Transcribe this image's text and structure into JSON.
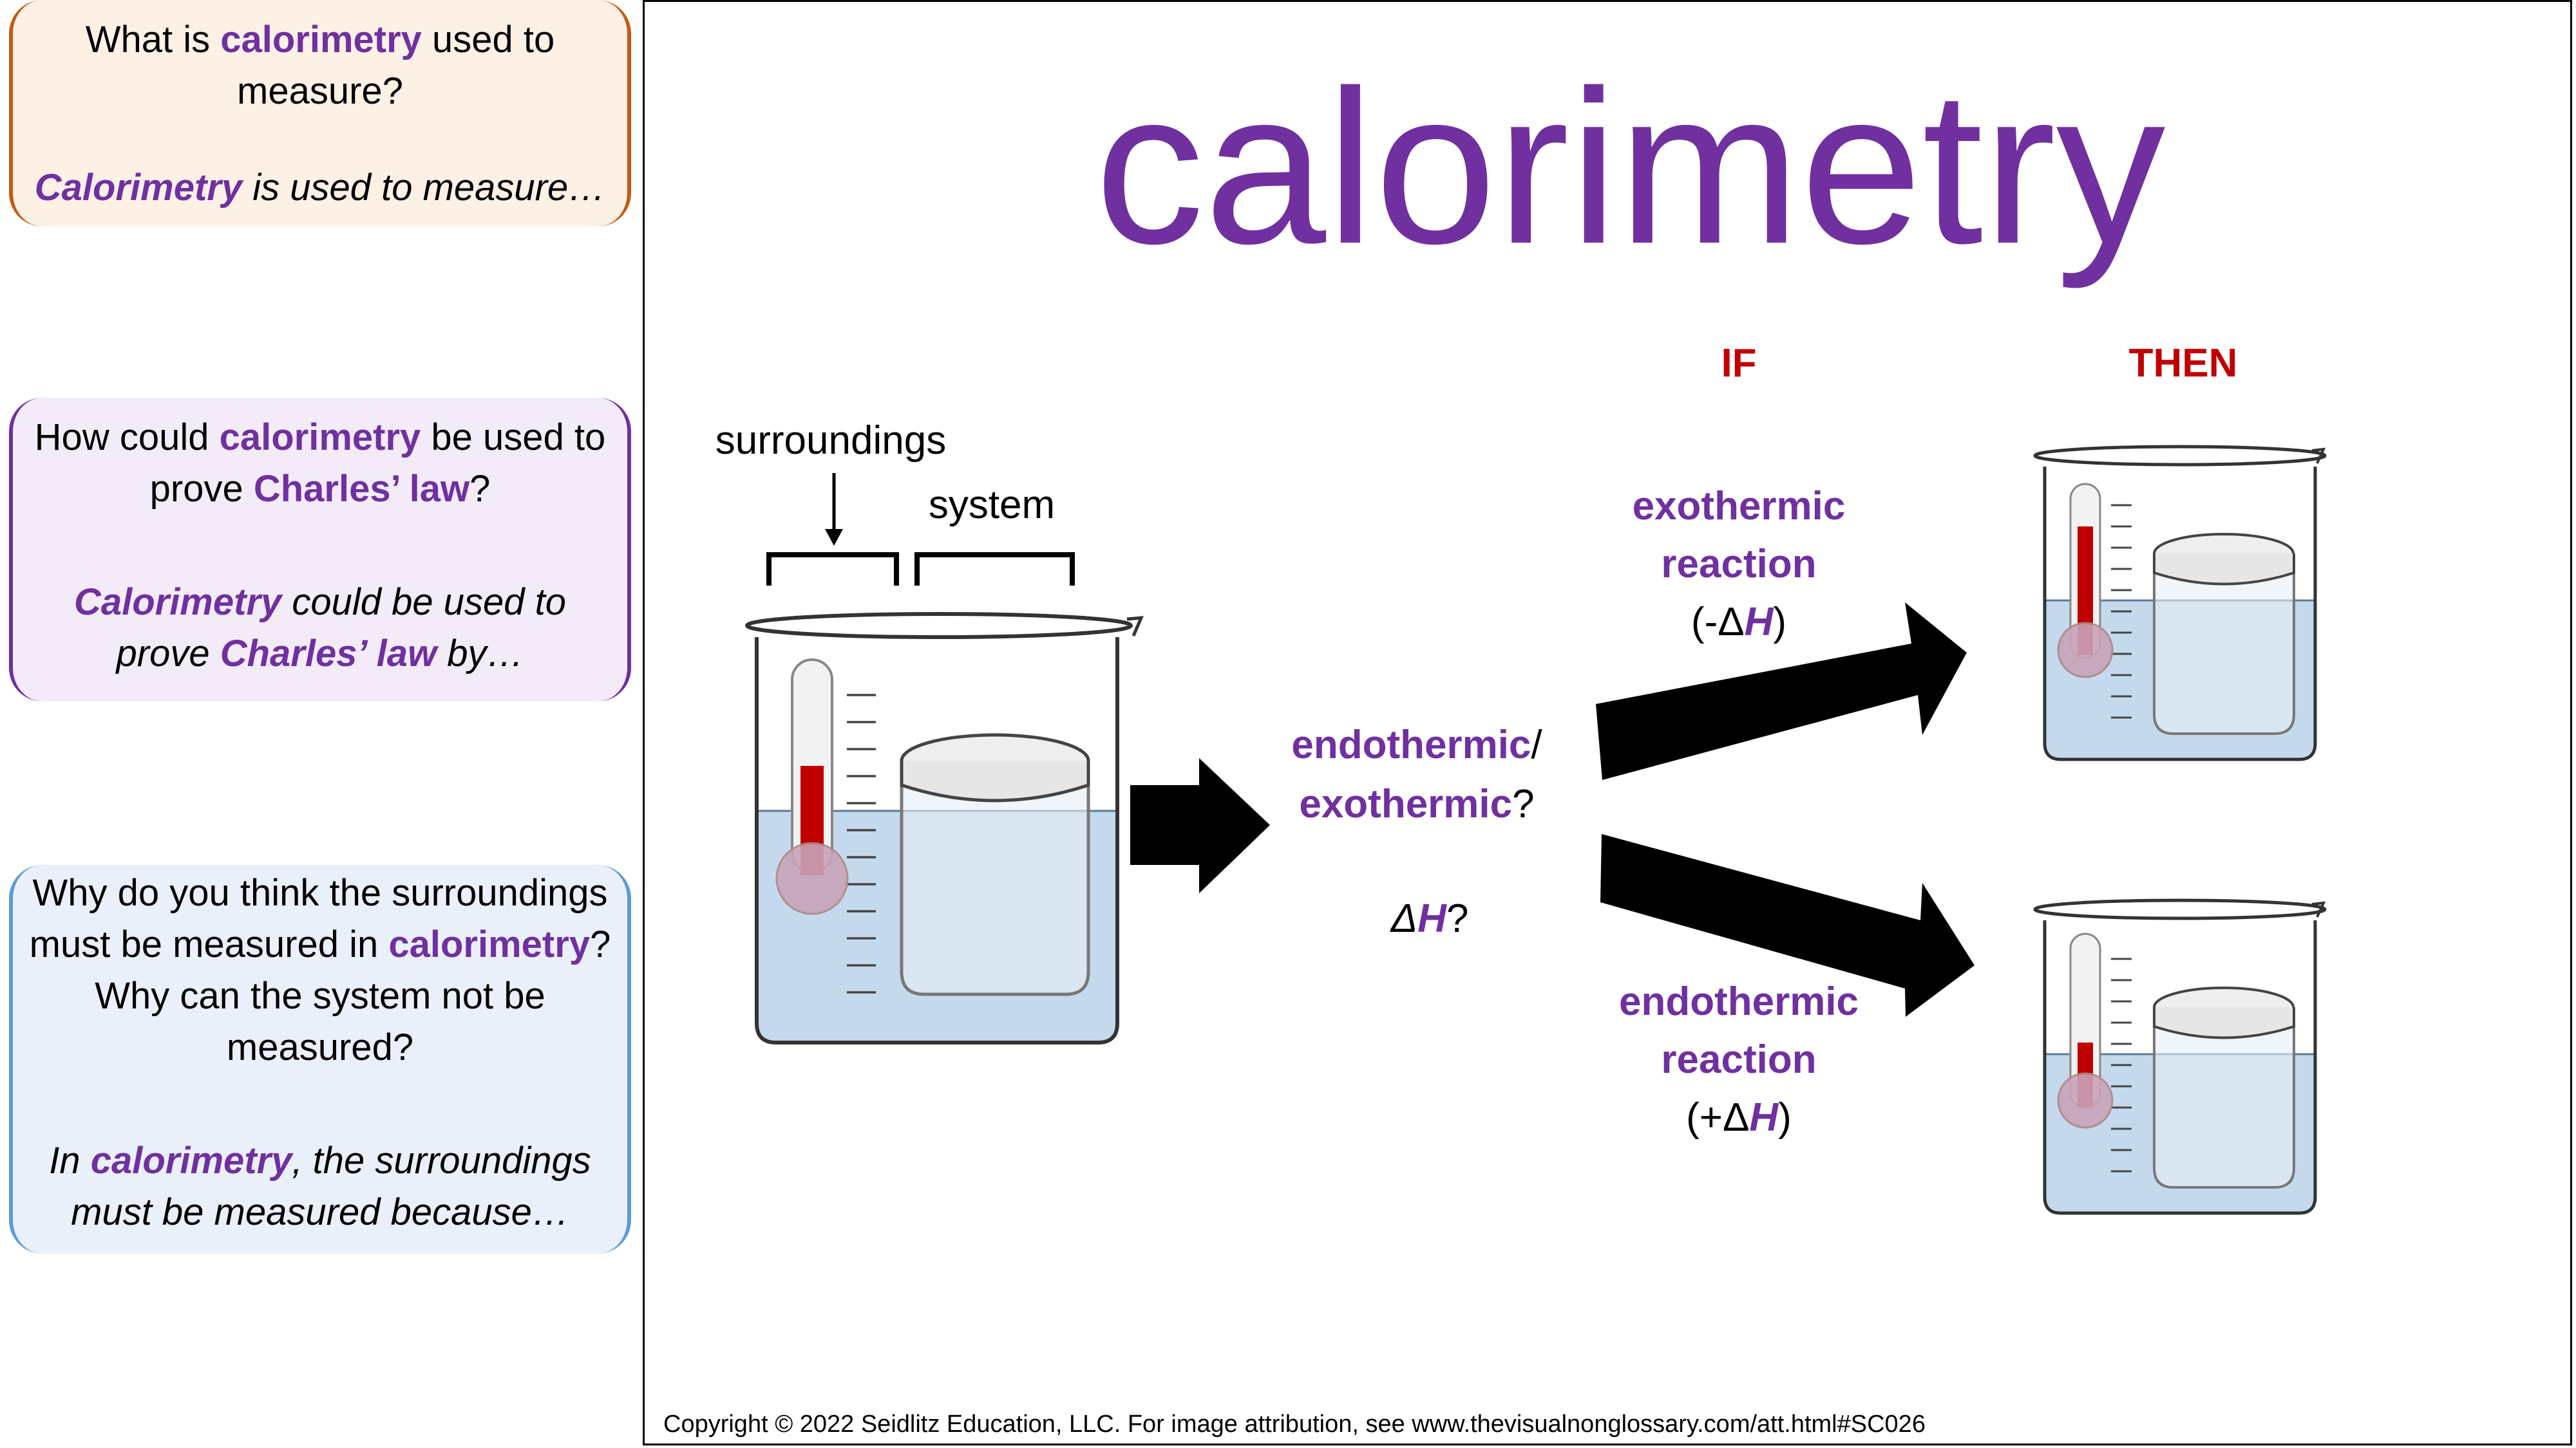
{
  "cards": [
    {
      "question": [
        {
          "t": "What is "
        },
        {
          "t": "calorimetry",
          "k": true
        },
        {
          "t": " used to measure?"
        }
      ],
      "answer": [
        {
          "t": "Calorimetry",
          "k": true
        },
        {
          "t": " is used to measure…"
        }
      ]
    },
    {
      "question": [
        {
          "t": "How could "
        },
        {
          "t": "calorimetry",
          "k": true
        },
        {
          "t": " be used to prove "
        },
        {
          "t": "Charles’ law",
          "k": true
        },
        {
          "t": "?"
        }
      ],
      "answer": [
        {
          "t": "Calorimetry",
          "k": true
        },
        {
          "t": " could be used to prove "
        },
        {
          "t": "Charles’ law",
          "k": true
        },
        {
          "t": " by…"
        }
      ]
    },
    {
      "question": [
        {
          "t": "Why do you think the surroundings must be measured in "
        },
        {
          "t": "calorimetry",
          "k": true
        },
        {
          "t": "? Why can the system not be measured?"
        }
      ],
      "answer": [
        {
          "t": "In "
        },
        {
          "t": "calorimetry",
          "k": true
        },
        {
          "t": ", the surroundings must be measured because…"
        }
      ]
    }
  ],
  "title": "calorimetry",
  "diagram": {
    "surroundings_label": "surroundings",
    "system_label": "system",
    "question_endo": "endothermic",
    "question_slash": "/",
    "question_exo": "exothermic",
    "question_mark": "?",
    "delta_h_question": {
      "delta": "Δ",
      "h": "H",
      "q": "?"
    },
    "if_label": "IF",
    "then_label": "THEN",
    "exo_line1": "exothermic",
    "exo_line2": "reaction",
    "exo_sign": {
      "open": "(-Δ",
      "h": "H",
      "close": ")"
    },
    "endo_line1": "endothermic",
    "endo_line2": "reaction",
    "endo_sign": {
      "open": "(+Δ",
      "h": "H",
      "close": ")"
    }
  },
  "copyright": "Copyright © 2022 Seidlitz Education, LLC.  For image attribution, see www.thevisualnonglossary.com/att.html#SC026",
  "colors": {
    "purple": "#7030a0",
    "dark_red": "#c00000",
    "card1_border": "#c55a11",
    "card2_border": "#7030a0",
    "card3_border": "#5b9bd5",
    "water": "#c5d9ec",
    "thermo_red": "#c00000"
  }
}
